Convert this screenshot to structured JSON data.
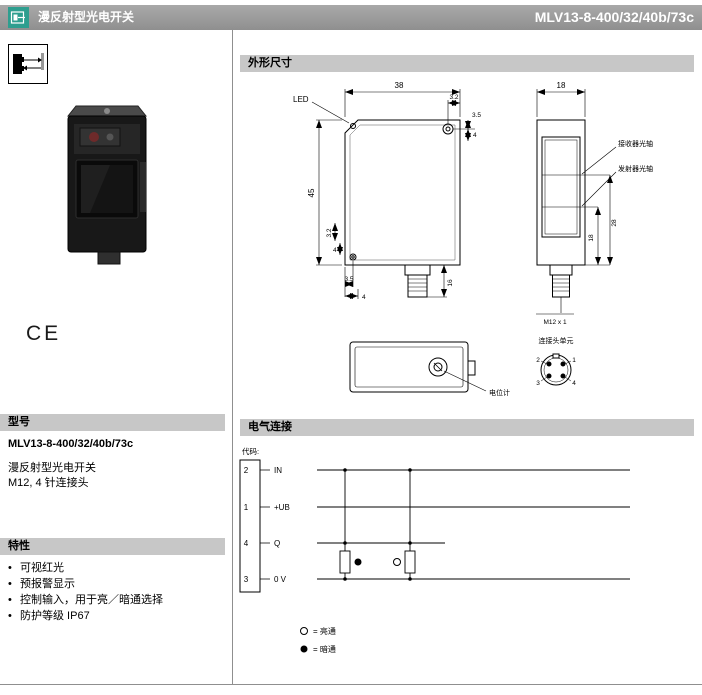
{
  "header": {
    "category": "漫反射型光电开关",
    "product": "MLV13-8-400/32/40b/73c"
  },
  "colors": {
    "accent_teal": "#2e9e8f",
    "accent_blue": "#1f4e9c",
    "section_bar": "#c7c7c7"
  },
  "left": {
    "ce": "CE",
    "model": {
      "title": "型号",
      "name": "MLV13-8-400/32/40b/73c",
      "desc1": "漫反射型光电开关",
      "desc2": "M12, 4 针连接头"
    },
    "features": {
      "title": "特性",
      "items": [
        "可视红光",
        "预报警显示",
        "控制输入，用于亮／暗通选择",
        "防护等级 IP67"
      ]
    }
  },
  "dims": {
    "title": "外形尺寸",
    "led": "LED",
    "front": {
      "width": "38",
      "hole_x": "3.2",
      "hole_y": "3.5",
      "hole_d": "4",
      "height": "45",
      "b32": "3.2",
      "b4a": "4",
      "b35": "3.5",
      "b4b": "4",
      "stub": "16"
    },
    "side": {
      "width": "18",
      "receiver": "接收器光轴",
      "emitter": "发射器光轴",
      "axis28": "28",
      "axis18": "18",
      "thread": "M12 x 1"
    },
    "bottom": {
      "pot": "电位计"
    },
    "connector": {
      "label": "连接头单元",
      "pin_tl": "2",
      "pin_tr": "1",
      "pin_bl": "3",
      "pin_br": "4"
    }
  },
  "elec": {
    "title": "电气连接",
    "code": "代码:",
    "rows": [
      {
        "pin": "2",
        "label": "IN"
      },
      {
        "pin": "1",
        "label": "+UB"
      },
      {
        "pin": "4",
        "label": "Q"
      },
      {
        "pin": "3",
        "label": "0 V"
      }
    ],
    "legend": [
      {
        "symbol": "open-circle",
        "text": "= 亮通"
      },
      {
        "symbol": "filled-circle",
        "text": "= 暗通"
      }
    ]
  }
}
